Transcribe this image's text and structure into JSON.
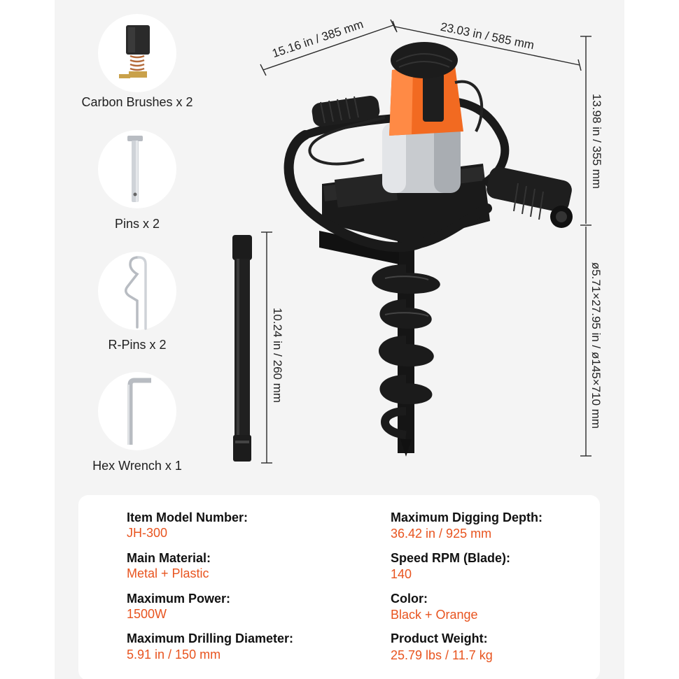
{
  "colors": {
    "accent": "#e8541f",
    "machine_orange": "#f26a21",
    "machine_black": "#1c1c1c",
    "card_bg": "#ffffff",
    "page_bg": "#f4f4f4"
  },
  "accessories": [
    {
      "label": "Carbon Brushes x 2",
      "icon": "carbon-brush-icon"
    },
    {
      "label": "Pins x 2",
      "icon": "clevis-pin-icon"
    },
    {
      "label": "R-Pins x 2",
      "icon": "r-pin-icon"
    },
    {
      "label": "Hex Wrench x 1",
      "icon": "hex-wrench-icon"
    }
  ],
  "dimensions": {
    "handle_depth": "15.16 in / 385 mm",
    "handle_width": "23.03 in / 585 mm",
    "engine_height": "13.98 in / 355 mm",
    "bit_size": "ø5.71×27.95 in / ø145×710 mm",
    "extension_length": "10.24 in / 260 mm"
  },
  "specs": [
    {
      "label": "Item Model Number:",
      "value": "JH-300"
    },
    {
      "label": "Main Material:",
      "value": "Metal + Plastic"
    },
    {
      "label": "Maximum Power:",
      "value": "1500W"
    },
    {
      "label": "Maximum Drilling Diameter:",
      "value": " 5.91 in / 150 mm"
    },
    {
      "label": "Maximum Digging Depth:",
      "value": "36.42 in / 925 mm"
    },
    {
      "label": "Speed RPM (Blade):",
      "value": "140"
    },
    {
      "label": "Color:",
      "value": "Black + Orange"
    },
    {
      "label": "Product Weight:",
      "value": "25.79 lbs / 11.7 kg"
    }
  ]
}
